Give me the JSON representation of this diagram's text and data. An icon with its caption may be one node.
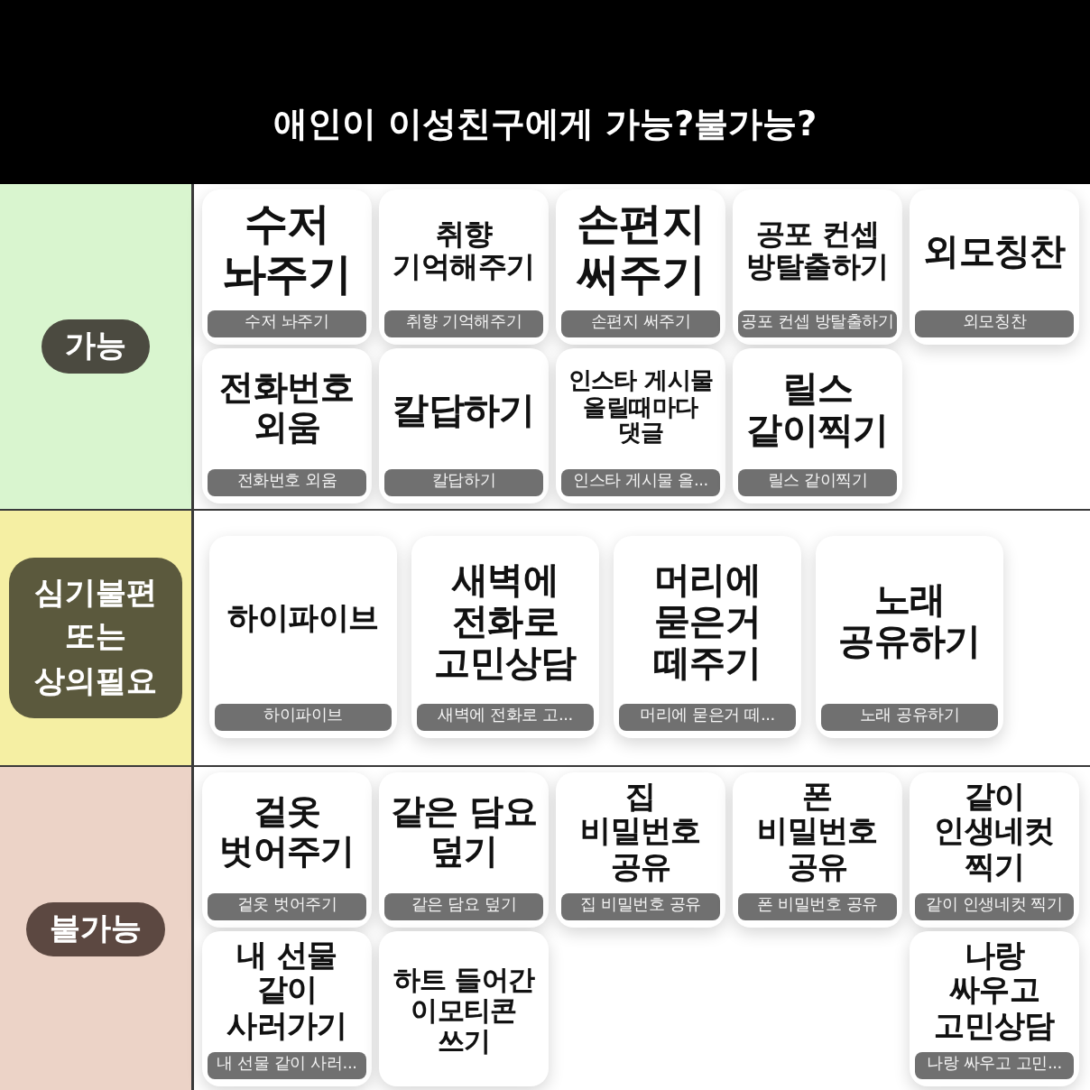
{
  "diagram": {
    "title": "애인이 이성친구에게 가능?불가능?",
    "nodes": [
      {
        "text": [
          "가능"
        ]
      },
      {
        "text": [
          "수저 놔주기",
          "수저 놔주기"
        ],
        "in": 0
      },
      {
        "text": [
          "취향 기억해주기",
          "취향 기억해주기"
        ],
        "in": 0
      },
      {
        "text": [
          "손편지 써주기",
          "손편지 써주기"
        ],
        "in": 0
      },
      {
        "text": [
          "공포 컨셉 방탈출하기",
          "공포 컨셉 방탈출하기"
        ],
        "in": 0
      },
      {
        "text": [
          "외모칭찬",
          "외모칭찬"
        ],
        "in": 0
      },
      {
        "text": [
          "전화번호 외움",
          "전화번호 외움"
        ],
        "in": 0
      },
      {
        "text": [
          "칼답하기",
          "칼답하기"
        ],
        "in": 0
      },
      {
        "text": [
          "인스타 게시물 올릴때마다 댓글",
          "인스타 게시물 올..."
        ],
        "in": 0
      },
      {
        "text": [
          "릴스 같이찍기",
          "릴스 같이찍기"
        ],
        "in": 0
      },
      {
        "text": [
          "심기불편 또는 상의필요"
        ]
      },
      {
        "text": [
          "하이파이브",
          "하이파이브"
        ],
        "in": 10
      },
      {
        "text": [
          "새벽에 전화로 고민상담",
          "새벽에 전화로 고..."
        ],
        "in": 10
      },
      {
        "text": [
          "머리에 묻은거 떼주기",
          "머리에 묻은거 떼..."
        ],
        "in": 10
      },
      {
        "text": [
          "노래 공유하기",
          "노래 공유하기"
        ],
        "in": 10
      },
      {
        "text": [
          "불가능"
        ]
      },
      {
        "text": [
          "겉옷 벗어주기",
          "겉옷 벗어주기"
        ],
        "in": 15
      },
      {
        "text": [
          "같은 담요 덮기",
          "같은 담요 덮기"
        ],
        "in": 15
      },
      {
        "text": [
          "집 비밀번호 공유",
          "집 비밀번호 공유"
        ],
        "in": 15
      },
      {
        "text": [
          "폰 비밀번호 공유",
          "폰 비밀번호 공유"
        ],
        "in": 15
      },
      {
        "text": [
          "같이 인생네컷 찍기",
          "같이 인생네컷 찍기"
        ],
        "in": 15
      },
      {
        "text": [
          "나랑 싸우고 고민상담",
          "나랑 싸우고 고민..."
        ],
        "in": 15
      },
      {
        "text": [
          "내 선물 같이 사러가기",
          "내 선물 같이 사러..."
        ],
        "in": 15
      },
      {
        "text": [
          "하트 들어간 이모티콘 쓰기"
        ],
        "in": 15
      }
    ]
  }
}
